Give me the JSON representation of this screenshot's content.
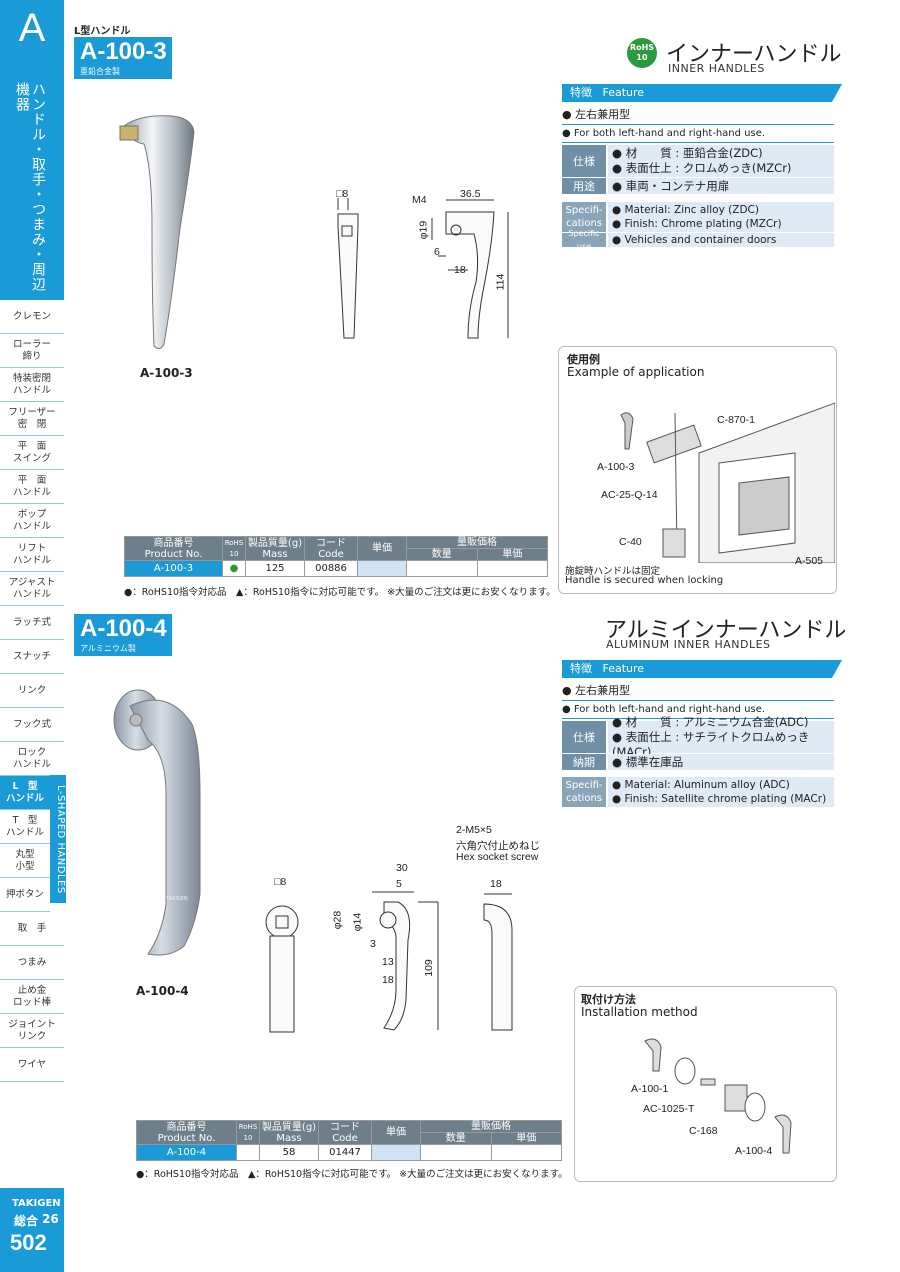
{
  "sidebar": {
    "letter": "A",
    "vertical_title": "ハンドル・取手・つまみ・周辺機器",
    "items": [
      {
        "label": "クレモン"
      },
      {
        "label": "ローラー\n締り"
      },
      {
        "label": "特装密閉\nハンドル"
      },
      {
        "label": "フリーザー\n密　閉"
      },
      {
        "label": "平　面\nスイング"
      },
      {
        "label": "平　面\nハンドル"
      },
      {
        "label": "ボップ\nハンドル"
      },
      {
        "label": "リフト\nハンドル"
      },
      {
        "label": "アジャスト\nハンドル"
      },
      {
        "label": "ラッチ式"
      },
      {
        "label": "スナッチ"
      },
      {
        "label": "リンク"
      },
      {
        "label": "フック式"
      },
      {
        "label": "ロック\nハンドル"
      },
      {
        "label": "L　型\nハンドル"
      },
      {
        "label": "T　型\nハンドル"
      },
      {
        "label": "丸型\n小型"
      },
      {
        "label": "押ボタン"
      },
      {
        "label": "取　手"
      },
      {
        "label": "つまみ"
      },
      {
        "label": "止め金\nロッド棒"
      },
      {
        "label": "ジョイント\nリンク"
      },
      {
        "label": "ワイヤ"
      }
    ],
    "active_tab_en": "L-SHAPED HANDLES",
    "brand": "TAKIGEN",
    "catalog": "総合",
    "catalog_no": "26",
    "page_no": "502"
  },
  "section1": {
    "category": "L型ハンドル",
    "model": "A-100-3",
    "material_jp": "亜鉛合金製",
    "rohs_badge": "RoHS\n10",
    "title_jp": "インナーハンドル",
    "title_en": "INNER HANDLES",
    "feature_jp": "特徴",
    "feature_en": "Feature",
    "feature1_jp": "● 左右兼用型",
    "feature1_en": "● For both left-hand and right-hand use.",
    "spec_label_jp": "仕様",
    "spec_material_jp": "● 材　　質 : 亜鉛合金(ZDC)",
    "spec_finish_jp": "● 表面仕上 : クロムめっき(MZCr)",
    "use_label_jp": "用途",
    "use_jp": "● 車両・コンテナ用扉",
    "spec_label_en": "Specifi-\ncations",
    "spec_material_en": "● Material: Zinc alloy (ZDC)",
    "spec_finish_en": "● Finish: Chrome plating (MZCr)",
    "use_label_en": "Specific use",
    "use_en": "● Vehicles and container doors",
    "photo_caption": "A-100-3",
    "dims": {
      "d1": "□8",
      "d2": "M4",
      "d3": "36.5",
      "d4": "φ19",
      "d5": "6",
      "d6": "18",
      "d7": "114"
    },
    "app_title_jp": "使用例",
    "app_title_en": "Example of application",
    "app_labels": {
      "a": "C-870-1",
      "b": "A-100-3",
      "c": "AC-25-Q-14",
      "d": "C-40",
      "e": "A-505"
    },
    "app_note_jp": "施錠時ハンドルは固定",
    "app_note_en": "Handle is secured when locking",
    "table": {
      "h_product_jp": "商品番号",
      "h_product_en": "Product No.",
      "h_rohs": "RoHS\n10",
      "h_mass_jp": "製品質量(g)",
      "h_mass_en": "Mass",
      "h_code_jp": "コード",
      "h_code_en": "Code",
      "h_unit": "単価",
      "h_volume": "量販価格",
      "h_qty": "数量",
      "h_vprice": "単価",
      "row": {
        "product": "A-100-3",
        "rohs": "●",
        "mass": "125",
        "code": "00886"
      }
    },
    "note": "●：RoHS10指令対応品　▲：RoHS10指令に対応可能です。 ※大量のご注文は更にお安くなります。"
  },
  "section2": {
    "model": "A-100-4",
    "material_jp": "アルミニウム製",
    "title_jp": "アルミインナーハンドル",
    "title_en": "ALUMINUM INNER HANDLES",
    "feature_jp": "特徴",
    "feature_en": "Feature",
    "feature1_jp": "● 左右兼用型",
    "feature1_en": "● For both left-hand and right-hand use.",
    "spec_label_jp": "仕様",
    "spec_material_jp": "● 材　　質 : アルミニウム合金(ADC)",
    "spec_finish_jp": "● 表面仕上 : サチライトクロムめっき(MACr)",
    "stock_label_jp": "納期",
    "stock_jp": "● 標準在庫品",
    "spec_label_en": "Specifi-\ncations",
    "spec_material_en": "● Material: Aluminum alloy (ADC)",
    "spec_finish_en": "● Finish: Satellite chrome plating (MACr)",
    "photo_caption": "A-100-4",
    "photo_logo": "TAKIGEN",
    "dims": {
      "screw1": "2-M5×5",
      "screw2": "六角穴付止めねじ",
      "screw3": "Hex socket screw",
      "d1": "□8",
      "d2": "30",
      "d3": "5",
      "d4": "φ28",
      "d5": "φ14",
      "d6": "3",
      "d7": "13",
      "d8": "18",
      "d9": "109",
      "d10": "18"
    },
    "app_title_jp": "取付け方法",
    "app_title_en": "Installation method",
    "app_labels": {
      "a": "A-100-1",
      "b": "AC-1025-T",
      "c": "C-168",
      "d": "A-100-4"
    },
    "table": {
      "h_product_jp": "商品番号",
      "h_product_en": "Product No.",
      "h_rohs": "RoHS\n10",
      "h_mass_jp": "製品質量(g)",
      "h_mass_en": "Mass",
      "h_code_jp": "コード",
      "h_code_en": "Code",
      "h_unit": "単価",
      "h_volume": "量販価格",
      "h_qty": "数量",
      "h_vprice": "単価",
      "row": {
        "product": "A-100-4",
        "rohs": "",
        "mass": "58",
        "code": "01447"
      }
    },
    "note": "●：RoHS10指令対応品　▲：RoHS10指令に対応可能です。 ※大量のご注文は更にお安くなります。"
  },
  "colors": {
    "accent": "#1a9ad6",
    "label_gray": "#6e8fa6",
    "rohs_green": "#2a9a3a"
  }
}
